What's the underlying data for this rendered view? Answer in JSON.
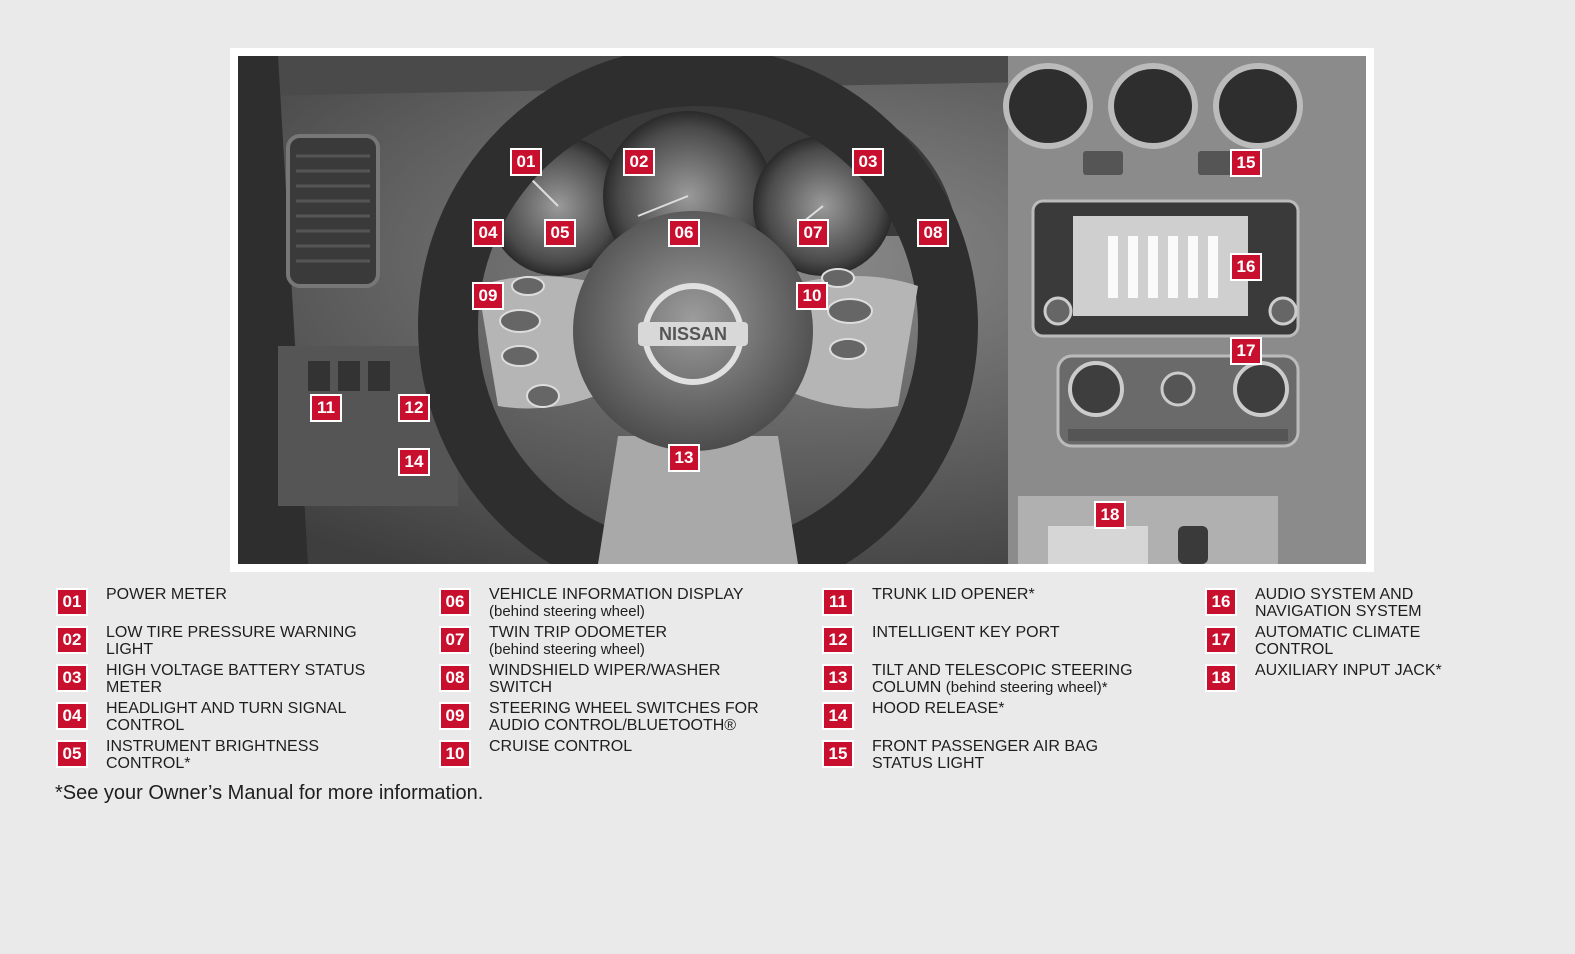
{
  "callouts": [
    "01",
    "02",
    "03",
    "04",
    "05",
    "06",
    "07",
    "08",
    "09",
    "10",
    "11",
    "12",
    "13",
    "14",
    "15",
    "16",
    "17",
    "18"
  ],
  "brand_badge": "NISSAN",
  "legend": [
    {
      "num": "01",
      "label": "POWER METER",
      "note": ""
    },
    {
      "num": "02",
      "label": "LOW TIRE PRESSURE WARNING LIGHT",
      "note": ""
    },
    {
      "num": "03",
      "label": "HIGH VOLTAGE BATTERY STATUS METER",
      "note": ""
    },
    {
      "num": "04",
      "label": "HEADLIGHT AND TURN SIGNAL CONTROL",
      "note": ""
    },
    {
      "num": "05",
      "label": "INSTRUMENT BRIGHTNESS CONTROL*",
      "note": ""
    },
    {
      "num": "06",
      "label": "VEHICLE INFORMATION DISPLAY",
      "note": "(behind steering wheel)"
    },
    {
      "num": "07",
      "label": "TWIN TRIP ODOMETER",
      "note": "(behind steering wheel)"
    },
    {
      "num": "08",
      "label": "WINDSHIELD WIPER/WASHER SWITCH",
      "note": ""
    },
    {
      "num": "09",
      "label": "STEERING WHEEL SWITCHES FOR AUDIO CONTROL/BLUETOOTH®",
      "note": ""
    },
    {
      "num": "10",
      "label": "CRUISE CONTROL",
      "note": ""
    },
    {
      "num": "11",
      "label": "TRUNK LID OPENER*",
      "note": ""
    },
    {
      "num": "12",
      "label": "INTELLIGENT KEY PORT",
      "note": ""
    },
    {
      "num": "13",
      "label": "TILT AND TELESCOPIC STEERING COLUMN",
      "note": "(behind steering wheel)*"
    },
    {
      "num": "14",
      "label": "HOOD RELEASE*",
      "note": ""
    },
    {
      "num": "15",
      "label": "FRONT PASSENGER AIR BAG STATUS LIGHT",
      "note": ""
    },
    {
      "num": "16",
      "label": "AUDIO SYSTEM AND NAVIGATION SYSTEM",
      "note": ""
    },
    {
      "num": "17",
      "label": "AUTOMATIC CLIMATE CONTROL",
      "note": ""
    },
    {
      "num": "18",
      "label": "AUXILIARY INPUT JACK*",
      "note": ""
    }
  ],
  "footnote": "*See your Owner’s Manual for more information."
}
